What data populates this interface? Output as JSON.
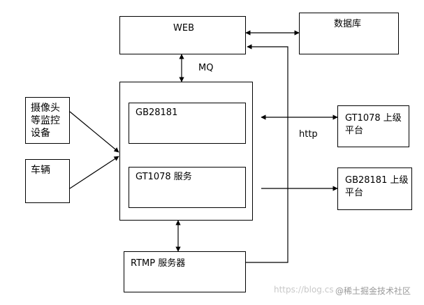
{
  "nodes": {
    "web": "WEB",
    "database": "数据库",
    "camera": "摄像头\n等监控\n设备",
    "vehicle": "车辆",
    "gb28181": "GB28181",
    "gt1078_service": "GT1078 服务",
    "rtmp": "RTMP 服务器",
    "gt1078_platform": "GT1078  上级\n平台",
    "gb28181_platform": "GB28181  上级\n平台"
  },
  "edge_labels": {
    "mq": "MQ",
    "http": "http"
  },
  "watermark": {
    "url": "https://blog.cs",
    "brand": "@稀土掘金技术社区"
  }
}
